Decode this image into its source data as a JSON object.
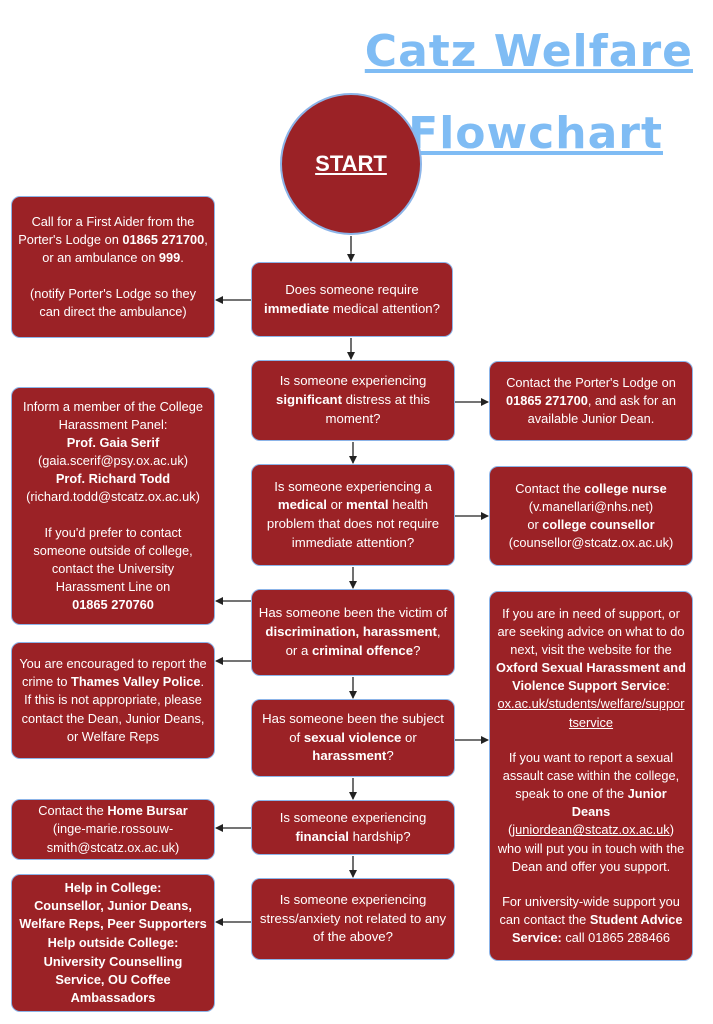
{
  "title": {
    "line1": "Catz Welfare",
    "line2": "Flowchart"
  },
  "start": "START",
  "questions": {
    "q1": {
      "a": "Does someone require ",
      "b": "immediate",
      "c": " medical attention?"
    },
    "q2": {
      "a": "Is someone experiencing ",
      "b": "significant",
      "c": " distress at this moment?"
    },
    "q3": {
      "a": "Is someone experiencing a ",
      "b": "medical",
      "c": " or ",
      "d": "mental",
      "e": " health problem that does not require immediate attention?"
    },
    "q4": {
      "a": "Has someone been the victim of ",
      "b": "discrimination, harassment",
      "c": ", or a ",
      "d": "criminal offence",
      "e": "?"
    },
    "q5": {
      "a": "Has someone been the subject of ",
      "b": "sexual violence",
      "c": " or ",
      "d": "harassment",
      "e": "?"
    },
    "q6": {
      "a": "Is someone experiencing ",
      "b": "financial",
      "c": " hardship?"
    },
    "q7": {
      "a": "Is someone experiencing stress/anxiety not related to any of the above?"
    }
  },
  "answers": {
    "firstaid": {
      "a": "Call for a First Aider from the Porter's Lodge on ",
      "b": "01865 271700",
      "c": ", or an ambulance on ",
      "d": "999",
      "e": ".",
      "note": "(notify Porter's Lodge so they can direct the ambulance)"
    },
    "harassment_panel": {
      "intro": "Inform a member of the College Harassment Panel:",
      "p1_name": "Prof. Gaia Serif",
      "p1_email": "(gaia.scerif@psy.ox.ac.uk)",
      "p2_name": "Prof. Richard Todd",
      "p2_email": "(richard.todd@stcatz.ox.ac.uk)",
      "outside": "If you'd prefer to contact someone outside of college, contact the University Harassment Line on",
      "phone": "01865 270760"
    },
    "police": {
      "a": "You are encouraged to report the crime to ",
      "b": "Thames Valley Police",
      "c": ". If this is not appropriate, please contact the Dean, Junior Deans, or Welfare Reps"
    },
    "bursar": {
      "a": "Contact the ",
      "b": "Home Bursar",
      "c": "(inge-marie.rossouw-smith@stcatz.ox.ac.uk)"
    },
    "help": {
      "h1": "Help in College:",
      "h1_text": "Counsellor, Junior Deans, Welfare Reps, Peer Supporters",
      "h2": "Help outside College:",
      "h2_text": "University Counselling Service, OU Coffee Ambassadors"
    },
    "porters": {
      "a": "Contact the Porter's Lodge on ",
      "b": "01865 271700",
      "c": ", and ask for an available Junior Dean."
    },
    "nurse": {
      "a": "Contact the ",
      "b": "college nurse",
      "c": "(v.manellari@nhs.net)",
      "d": "or ",
      "e": "college counsellor",
      "f": "(counsellor@stcatz.ox.ac.uk)"
    },
    "sexual_support": {
      "a": "If you are in need of support, or are seeking advice on what to do next, visit the website for the ",
      "b": "Oxford Sexual Harassment and Violence Support Service",
      "c": ":",
      "link": "ox.ac.uk/students/welfare/supportservice",
      "d": "If you want to report a sexual assault case within the college, speak to one of the ",
      "e": "Junior Deans",
      "f": "juniordean@stcatz.ox.ac.uk",
      "g": " who will put you in touch with the Dean and offer you support.",
      "h": "For university-wide support you can contact the ",
      "i": "Student Advice Service:",
      "j": " call 01865 288466"
    }
  },
  "colors": {
    "box": "#9b2226",
    "border": "#8cb4e8",
    "title": "#7fbcf4"
  }
}
